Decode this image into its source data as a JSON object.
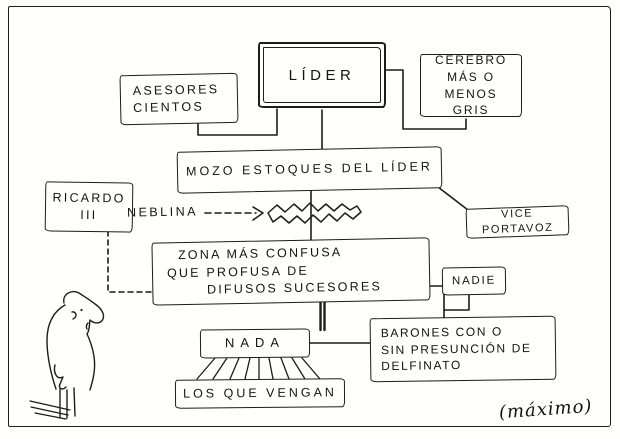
{
  "colors": {
    "ink": "#1c1c1c",
    "paper": "#fffffd"
  },
  "boxes": {
    "lider": "LÍDER",
    "asesores": "ASESORES\nCIENTOS",
    "cerebro": "CEREBRO\nMÁS O MENOS\nGRIS",
    "mozo": "MOZO ESTOQUES DEL LÍDER",
    "ricardo": "RICARDO\nIII",
    "vice": "VICE PORTAVOZ",
    "zona": "  ZONA MÁS CONFUSA\nQUE PROFUSA DE\n       DIFUSOS SUCESORES",
    "nadie": "NADIE",
    "nada": "NADA",
    "barones": "BARONES CON O\nSIN PRESUNCIÓN DE\nDELFINATO",
    "los_que_vengan": "LOS QUE VENGAN"
  },
  "labels": {
    "neblina": "NEBLINA"
  },
  "signature": "(máximo)",
  "figures": {
    "onlooker": "small-man-looking-up",
    "cloud": "scribble-fog-cloud",
    "arrow": "dashed-arrow"
  }
}
